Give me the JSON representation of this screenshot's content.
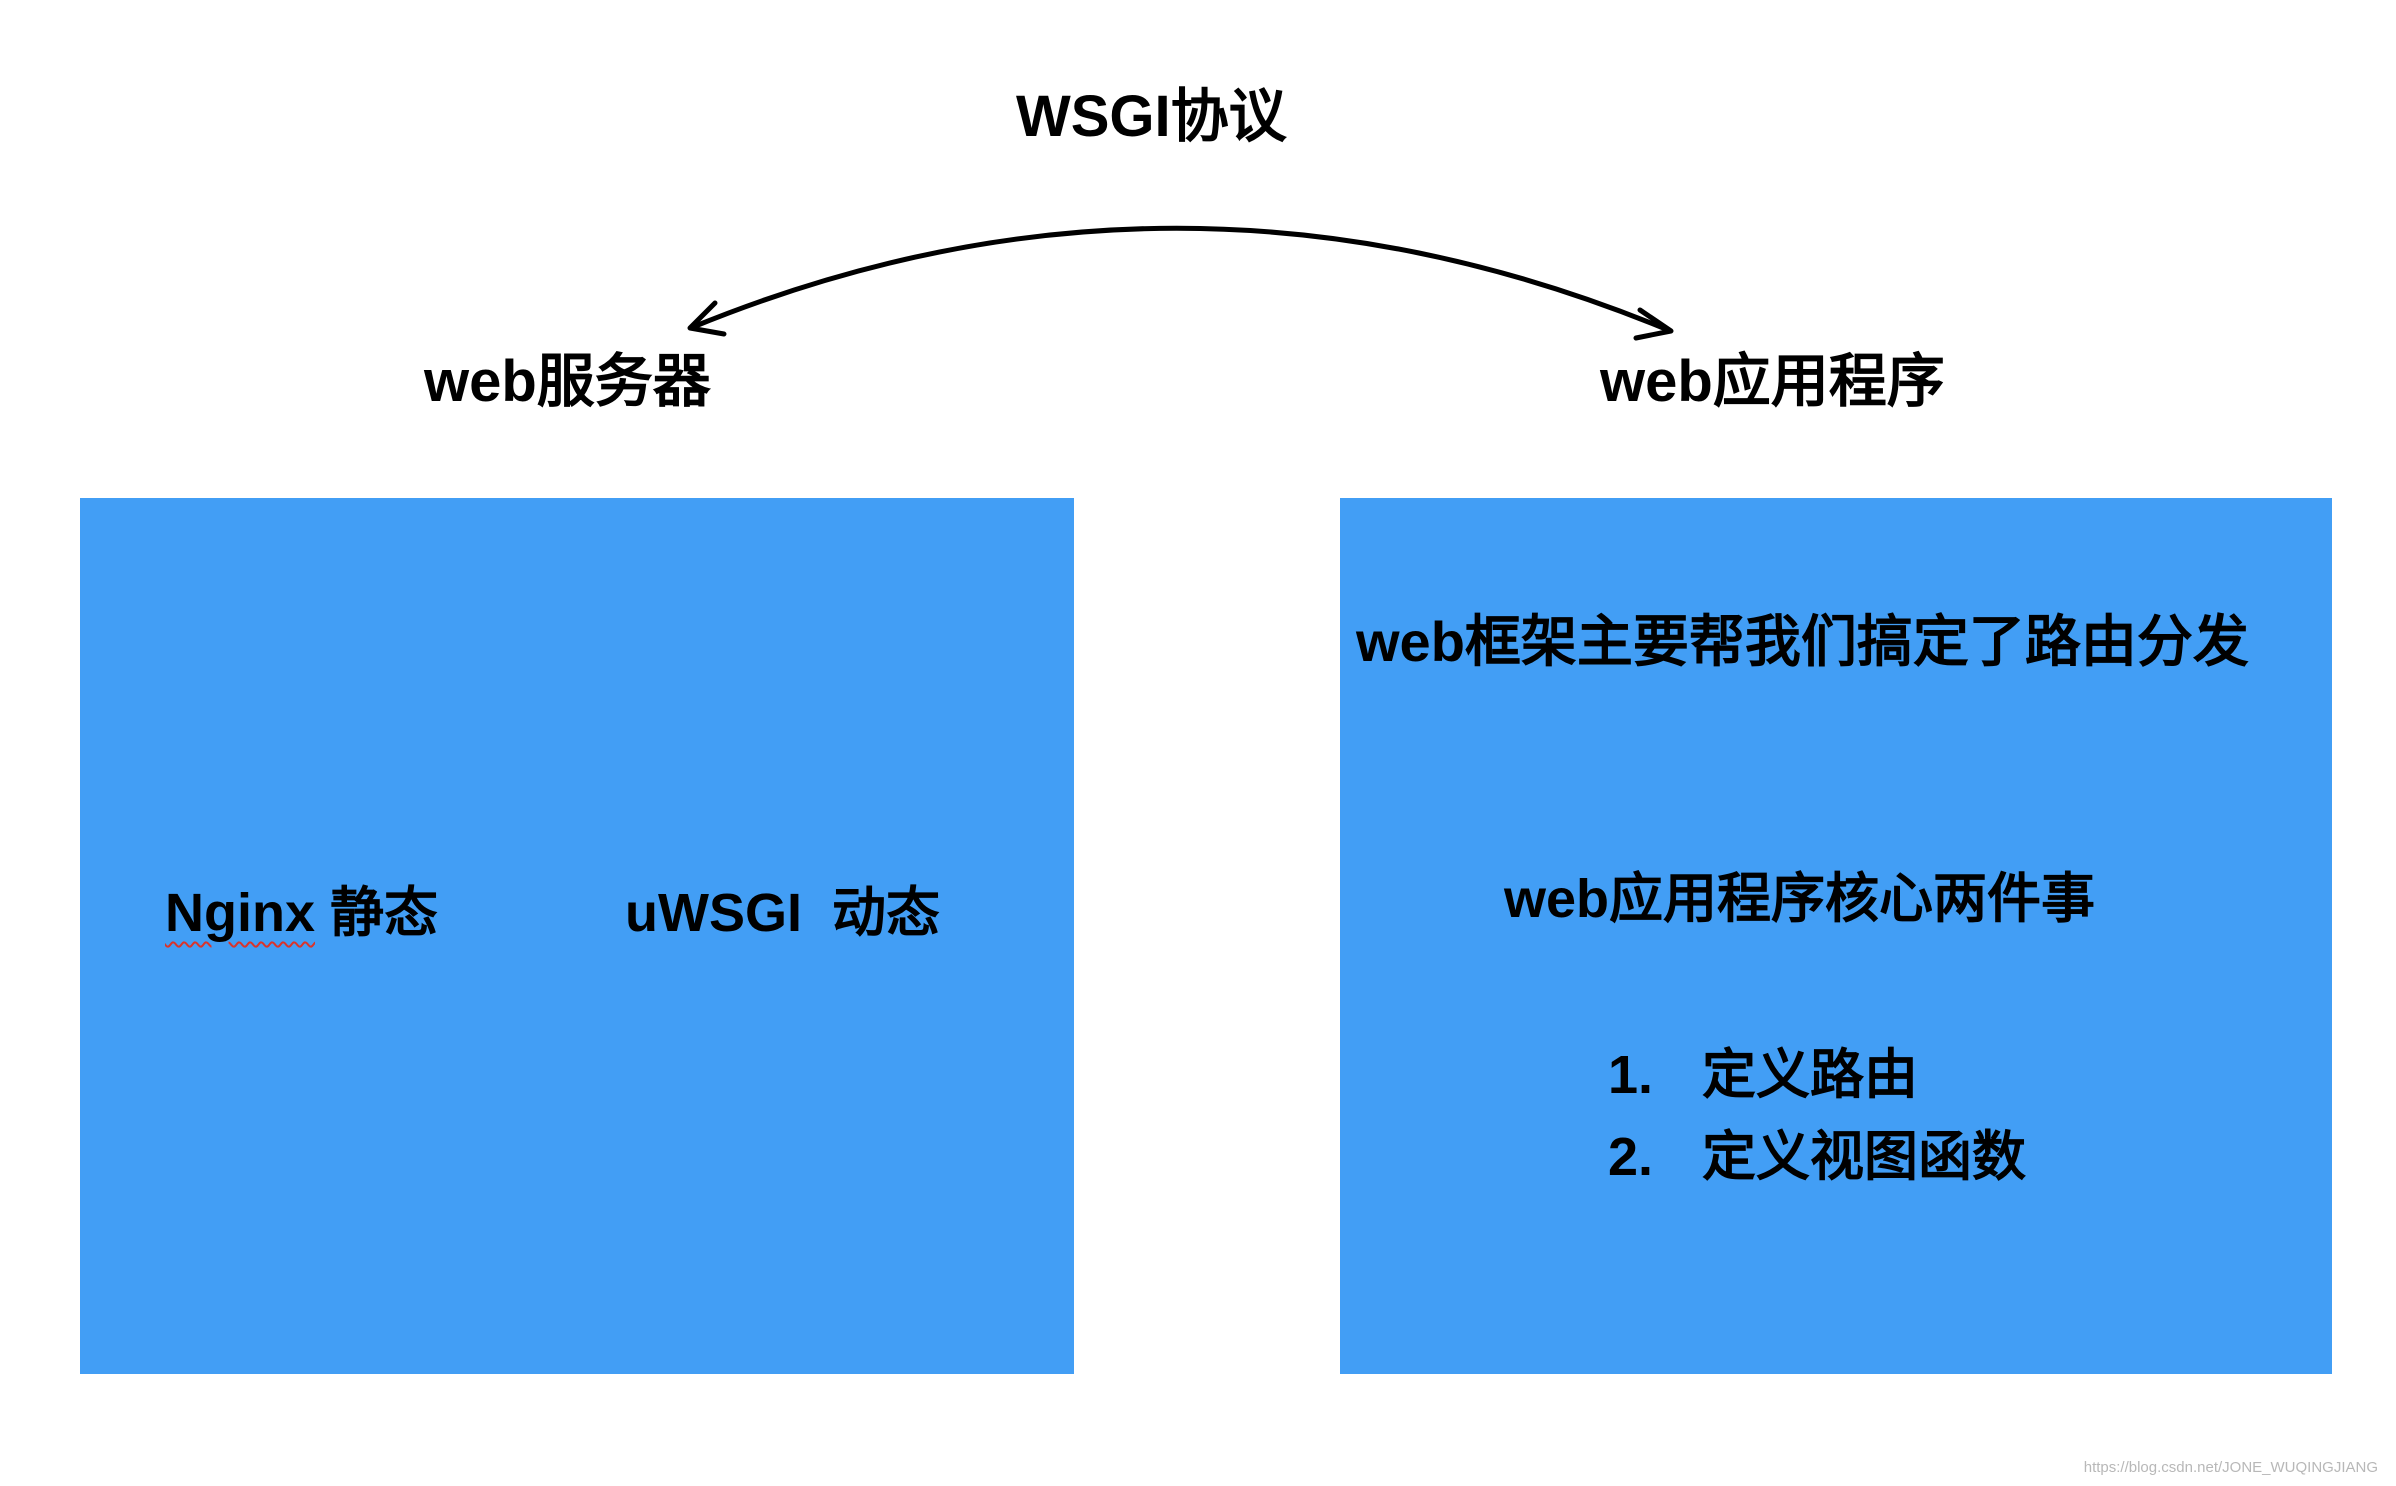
{
  "protocol_label": "WSGI协议",
  "server_label": "web服务器",
  "app_label": "web应用程序",
  "server_box": {
    "nginx_word": "Nginx",
    "nginx_role": "静态",
    "uwsgi_word": "uWSGI",
    "uwsgi_role": "动态"
  },
  "app_box": {
    "framework_note": "web框架主要帮我们搞定了路由分发",
    "core_heading": "web应用程序核心两件事",
    "core_items": [
      {
        "number": "1.",
        "text": "定义路由"
      },
      {
        "number": "2.",
        "text": "定义视图函数"
      }
    ]
  },
  "watermark": "https://blog.csdn.net/JONE_WUQINGJIANG",
  "colors": {
    "box_fill": "#429ef5",
    "text": "#000000",
    "spellcheck_underline": "#d9342b"
  }
}
